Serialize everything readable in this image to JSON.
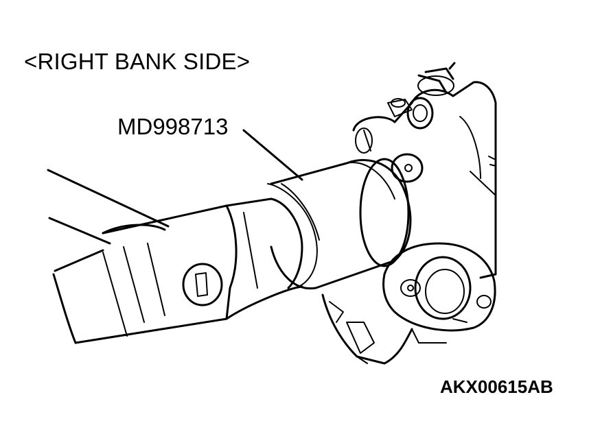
{
  "figure": {
    "heading": "<RIGHT BANK SIDE>",
    "tool_callout": "MD998713",
    "figure_code": "AKX00615AB"
  }
}
